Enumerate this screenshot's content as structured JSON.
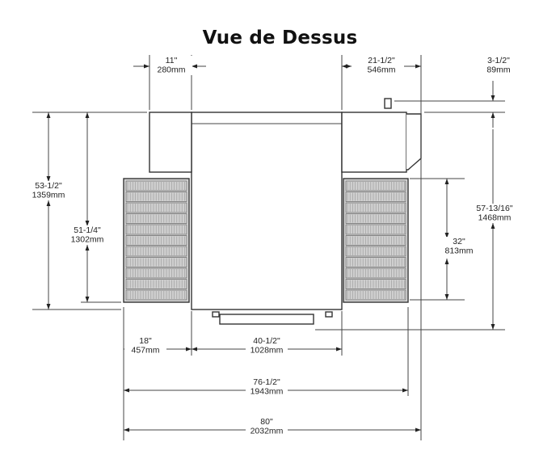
{
  "title": "Vue de Dessus",
  "dimensions": {
    "rear_left_width": {
      "imperial": "11\"",
      "metric": "280mm"
    },
    "rear_right_width": {
      "imperial": "21-1/2\"",
      "metric": "546mm"
    },
    "flue_offset": {
      "imperial": "3-1/2\"",
      "metric": "89mm"
    },
    "overall_depth_left": {
      "imperial": "53-1/2\"",
      "metric": "1359mm"
    },
    "shelf_depth": {
      "imperial": "51-1/4\"",
      "metric": "1302mm"
    },
    "shelf_front_depth": {
      "imperial": "32\"",
      "metric": "813mm"
    },
    "overall_depth_right": {
      "imperial": "57-13/16\"",
      "metric": "1468mm"
    },
    "shelf_width": {
      "imperial": "18\"",
      "metric": "457mm"
    },
    "body_width": {
      "imperial": "40-1/2\"",
      "metric": "1028mm"
    },
    "width_with_shelves": {
      "imperial": "76-1/2\"",
      "metric": "1943mm"
    },
    "overall_width": {
      "imperial": "80\"",
      "metric": "2032mm"
    }
  }
}
